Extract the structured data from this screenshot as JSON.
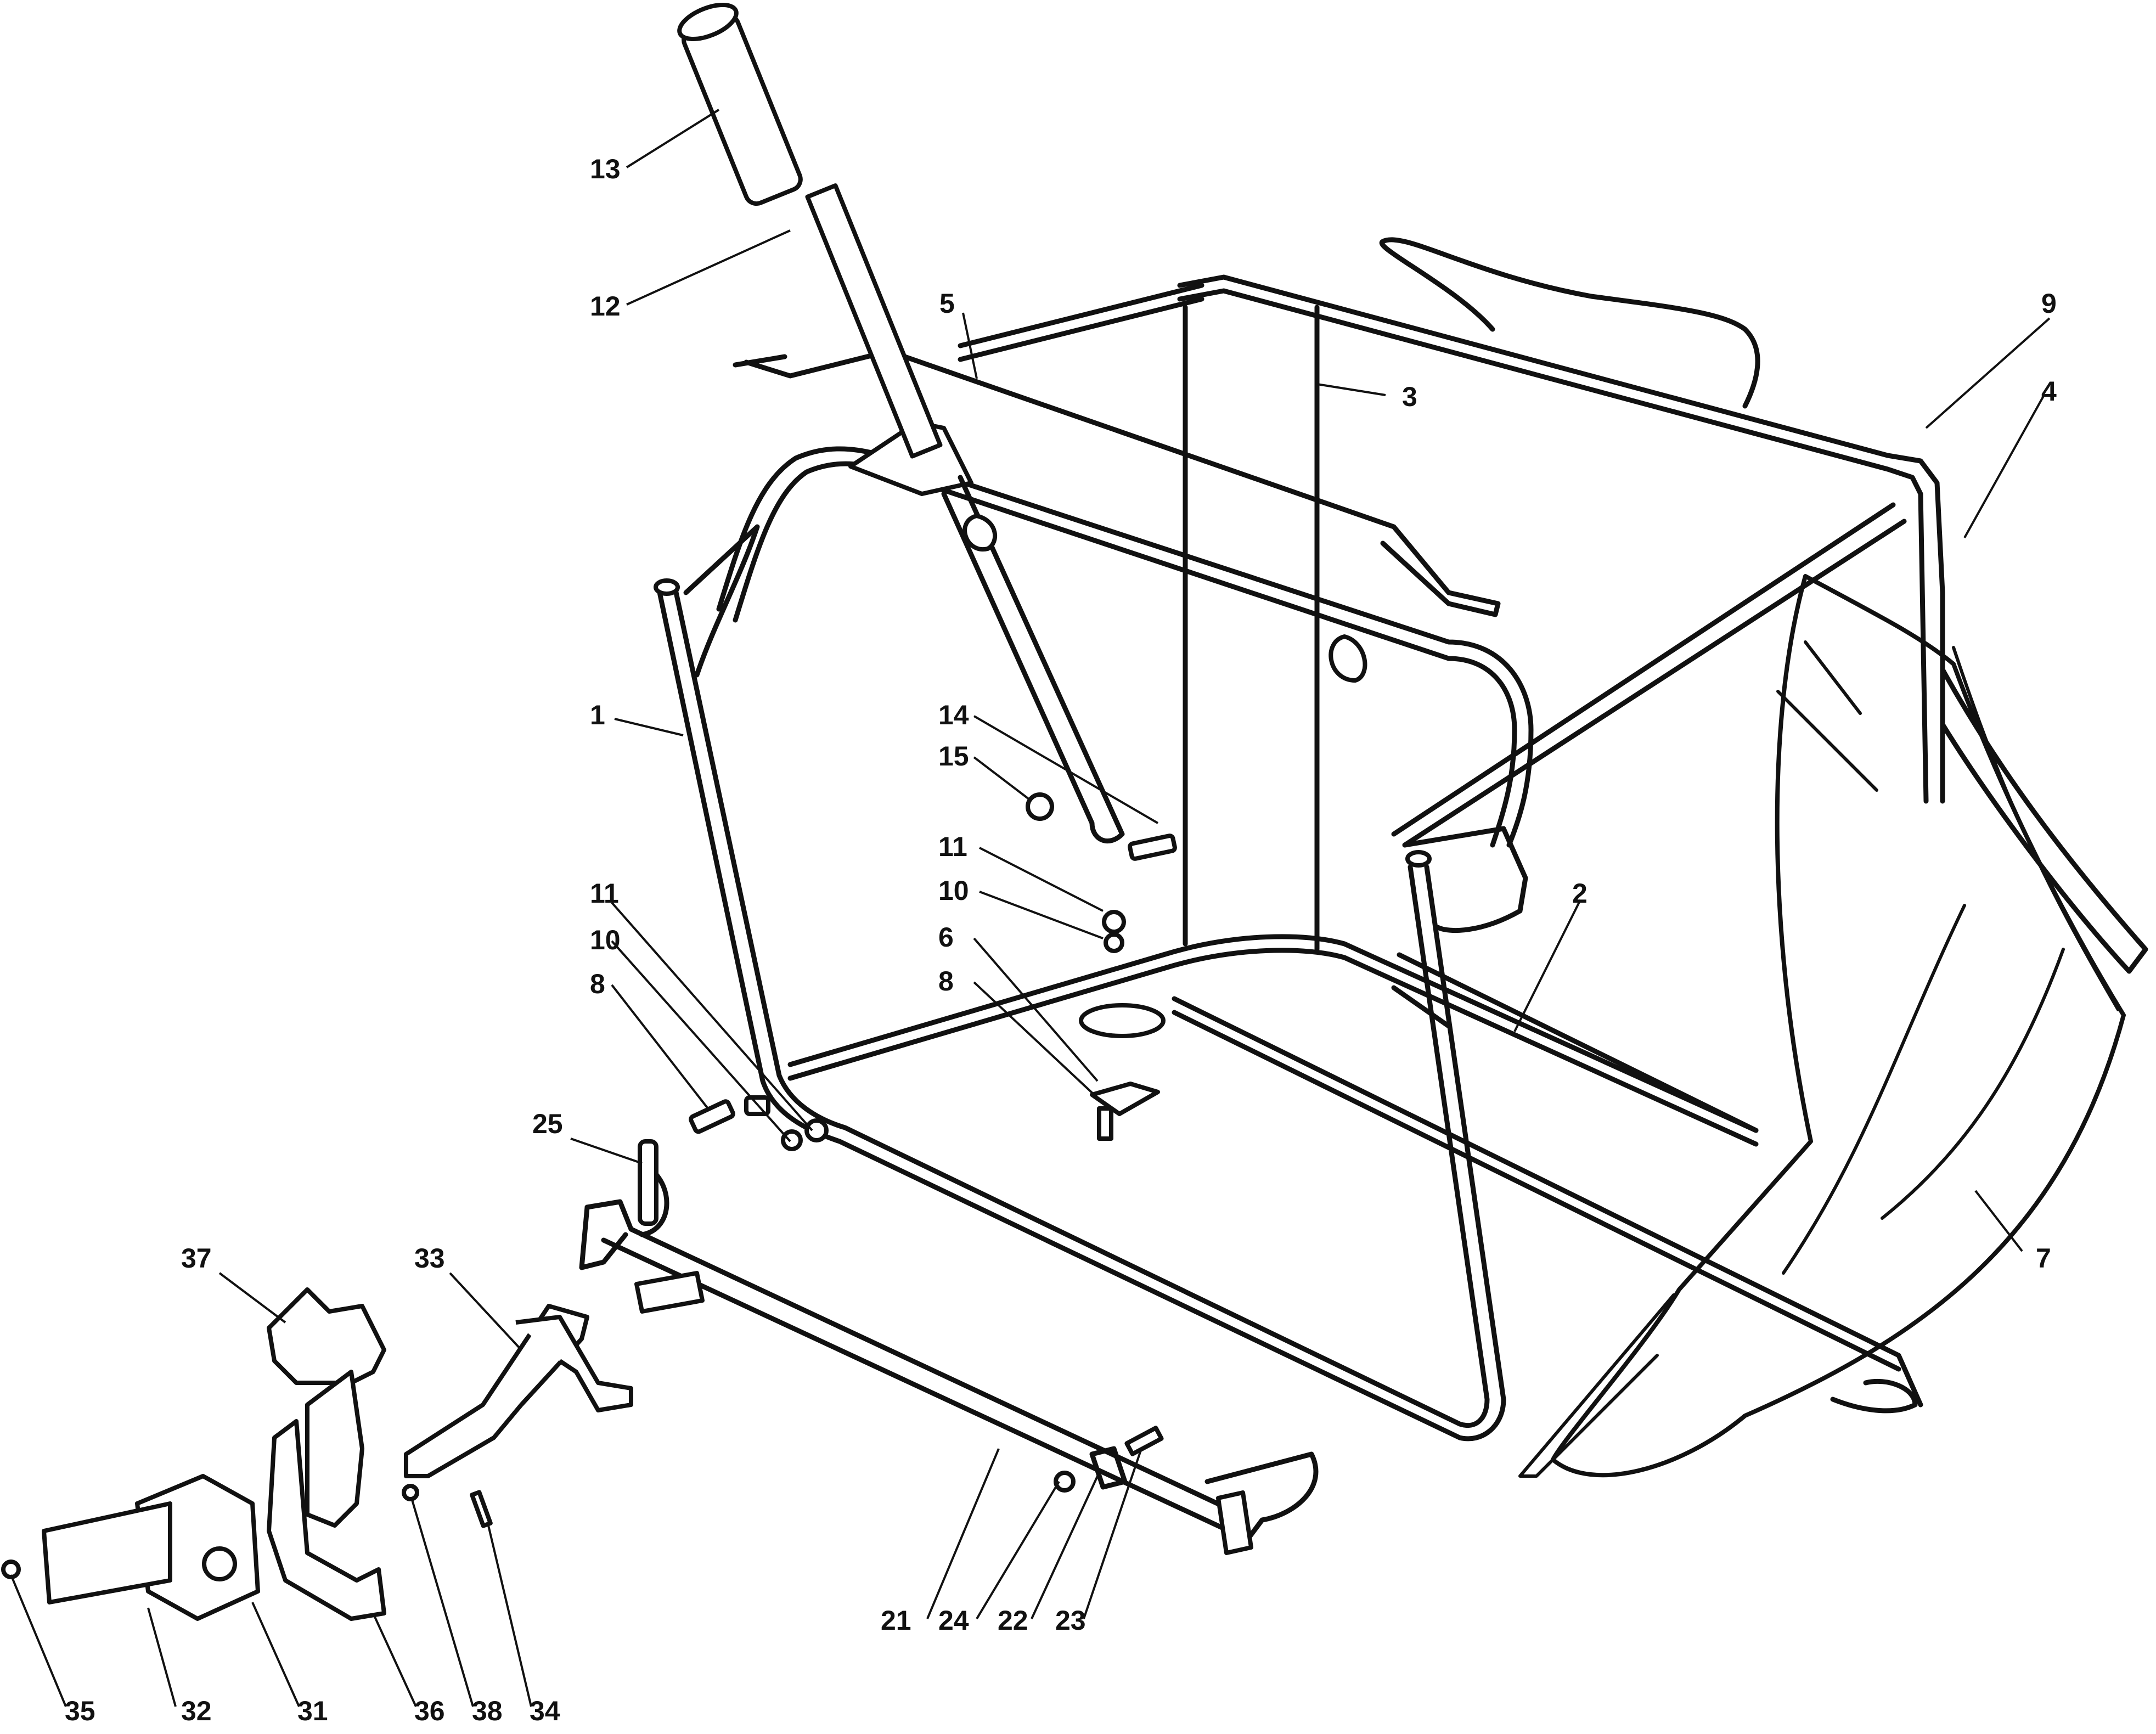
{
  "callouts": {
    "c1": "1",
    "c2": "2",
    "c3": "3",
    "c4": "4",
    "c5": "5",
    "c6": "6",
    "c7": "7",
    "c8a": "8",
    "c8b": "8",
    "c9": "9",
    "c10a": "10",
    "c10b": "10",
    "c11a": "11",
    "c11b": "11",
    "c12": "12",
    "c13": "13",
    "c14": "14",
    "c15": "15",
    "c21": "21",
    "c22": "22",
    "c23": "23",
    "c24": "24",
    "c25": "25",
    "c31": "31",
    "c32": "32",
    "c33": "33",
    "c34": "34",
    "c35": "35",
    "c36": "36",
    "c37": "37",
    "c38": "38"
  }
}
